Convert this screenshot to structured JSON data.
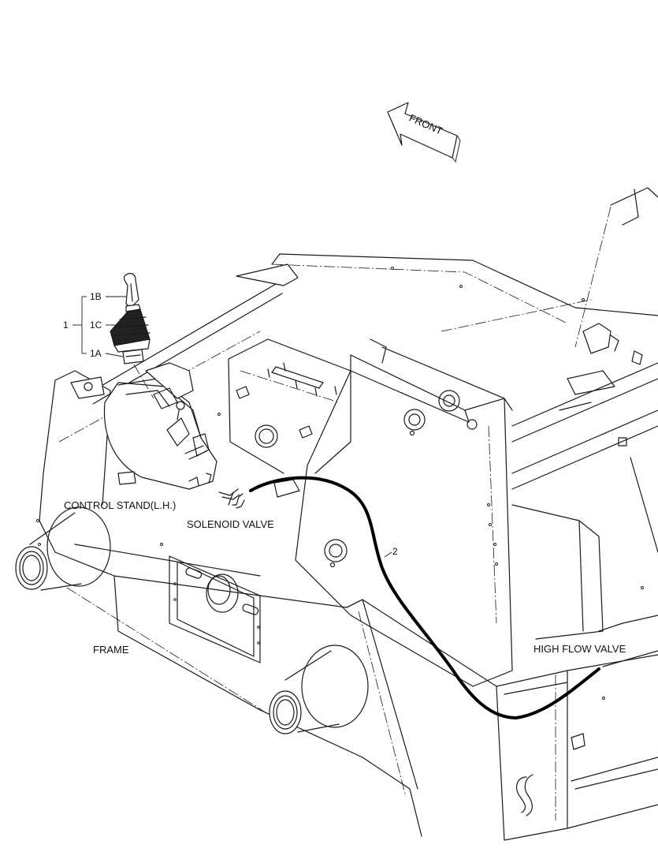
{
  "labels": {
    "front": "FRONT",
    "part_1": "1",
    "part_1a": "1A",
    "part_1b": "1B",
    "part_1c": "1C",
    "part_2": "2",
    "control_stand": "CONTROL STAND(L.H.)",
    "solenoid_valve": "SOLENOID VALVE",
    "frame": "FRAME",
    "high_flow_valve": "HIGH FLOW VALVE"
  },
  "colors": {
    "line": "#1a1a1a",
    "background": "#ffffff",
    "wire": "#000000"
  }
}
